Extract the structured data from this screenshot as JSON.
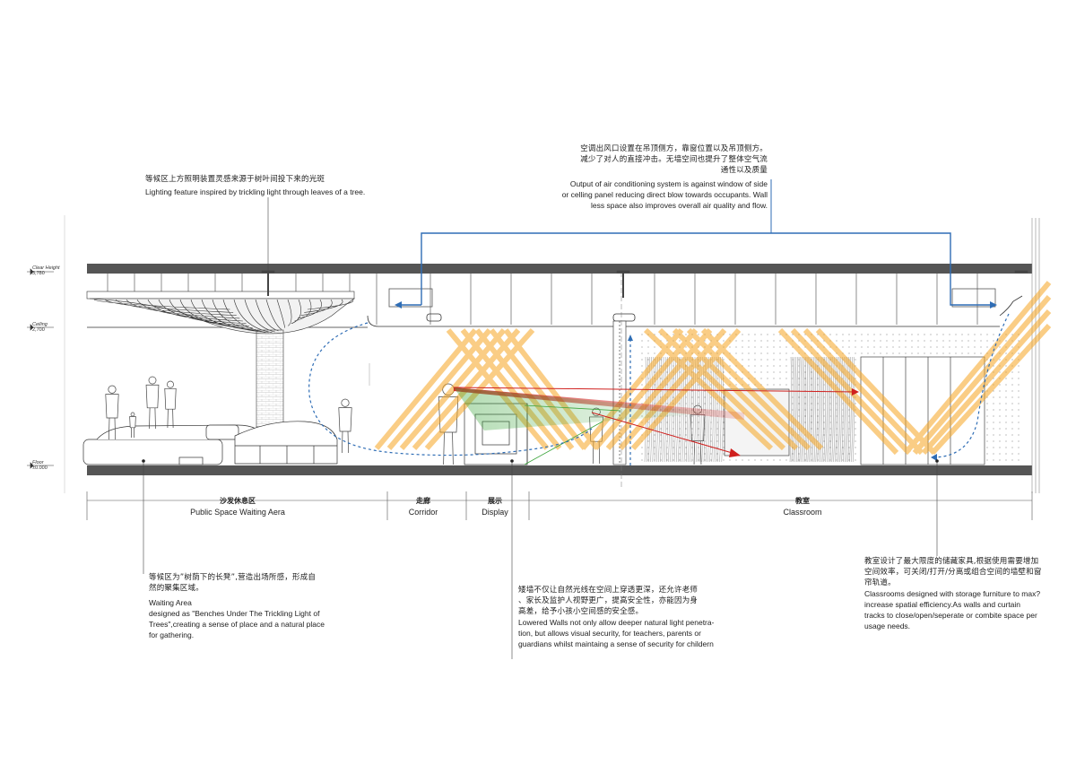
{
  "levels": [
    {
      "name": "Clear Height",
      "value": "3,780"
    },
    {
      "name": "Ceiling",
      "value": "2,700"
    },
    {
      "name": "Floor",
      "value": "±0.000"
    }
  ],
  "zones": [
    {
      "zh": "沙发休息区",
      "en": "Public Space Waiting Aera"
    },
    {
      "zh": "走廊",
      "en": "Corridor"
    },
    {
      "zh": "展示",
      "en": "Display"
    },
    {
      "zh": "教室",
      "en": "Classroom"
    }
  ],
  "notes": {
    "lighting": {
      "zh": "等候区上方照明装置灵感来源于树叶间投下来的光斑",
      "en": [
        "Lighting feature inspired by trickling light through leaves of a tree."
      ]
    },
    "air": {
      "zh": [
        "空调出风口设置在吊顶侧方，靠窗位置以及吊顶侧方。",
        "减少了对人的直接冲击。无墙空间也提升了整体空气流",
        "通性以及质量"
      ],
      "en": [
        "Output of air conditioning system is against window of side",
        "or celling panel reducing direct blow towards occupants. Wall",
        "less space also improves overall air quality and flow."
      ]
    },
    "waiting": {
      "zh": [
        "等候区为”树荫下的长凳”,营造出场所感，形成自",
        "然的聚集区域。"
      ],
      "en": [
        "Waiting Area",
        "designed as \"Benches Under The Trickling Light of",
        "Trees\",creating a sense of place and a natural place",
        "for gathering."
      ]
    },
    "walls": {
      "zh": [
        "矮墙不仅让自然光线在空间上穿透更深，还允许老师",
        "、家长及监护人视野更广，提高安全性，亦能因为身",
        "高差，给予小孩小空间感的安全感。"
      ],
      "en": [
        "Lowered Walls not only allow deeper natural light penetra-",
        "tion, but allows visual security, for teachers, parents or",
        "guardians whilst maintaing a sense of security for childern"
      ]
    },
    "classroom": {
      "zh": [
        "教室设计了最大限度的储藏家具,根据使用需要增加",
        "空间效率，可关闭/打开/分离或组合空间的墙壁和窗",
        "帘轨道。"
      ],
      "en": [
        "Classrooms designed with storage furniture to max?",
        "increase spatial efficiency.As walls and curtain",
        "tracks to close/open/seperate or combite space per",
        "usage needs."
      ]
    }
  },
  "colors": {
    "line": "#222222",
    "slab": "#555555",
    "air_flow": "#2f6db5",
    "light": "#f6a623",
    "sightline": "#d0201e",
    "green_ray": "#3aa43a"
  }
}
